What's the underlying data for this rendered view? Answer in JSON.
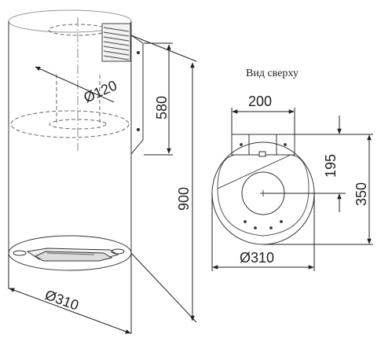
{
  "view_title": "Вид сверху",
  "dimensions": {
    "side_duct_diameter": "Ø120",
    "side_bracket_height": "580",
    "side_total_height": "900",
    "side_diameter": "Ø310",
    "top_bracket_width": "200",
    "top_offset": "195",
    "top_depth": "350",
    "top_diameter": "Ø310"
  }
}
